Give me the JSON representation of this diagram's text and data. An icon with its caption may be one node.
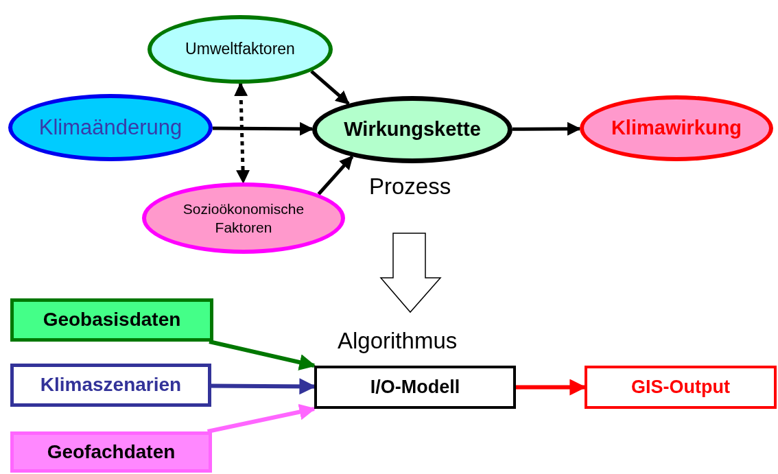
{
  "diagram": {
    "nodes": [
      {
        "text": [
          "Umweltfaktoren"
        ]
      },
      {
        "text": [
          "Klimaänderung"
        ]
      },
      {
        "text": [
          "Wirkungskette"
        ],
        "beside": [
          "Prozess"
        ]
      },
      {
        "text": [
          "Klimawirkung"
        ]
      },
      {
        "text": [
          "Sozioökonomische Faktoren"
        ]
      },
      {
        "text": [
          "Geobasisdaten"
        ]
      },
      {
        "text": [
          "Klimaszenarien"
        ]
      },
      {
        "text": [
          "Geofachdaten"
        ]
      },
      {
        "text": [
          "I/O-Modell"
        ],
        "beside": [
          "Algorithmus"
        ]
      },
      {
        "text": [
          "GIS-Output"
        ]
      }
    ],
    "edges": [
      {
        "from": 0,
        "to": 2,
        "arrow": "to"
      },
      {
        "from": 1,
        "to": 2,
        "arrow": "to"
      },
      {
        "from": 4,
        "to": 2,
        "arrow": "to"
      },
      {
        "from": 0,
        "to": 4,
        "arrow": "both",
        "style": "dashed"
      },
      {
        "from": 2,
        "to": 3,
        "arrow": "to"
      },
      {
        "from": 5,
        "to": 8,
        "arrow": "to",
        "color": "#007700"
      },
      {
        "from": 6,
        "to": 8,
        "arrow": "to",
        "color": "#333399"
      },
      {
        "from": 7,
        "to": 8,
        "arrow": "to",
        "color": "#ff66ff"
      },
      {
        "from": 8,
        "to": 9,
        "arrow": "to",
        "color": "#ff0000"
      }
    ]
  }
}
